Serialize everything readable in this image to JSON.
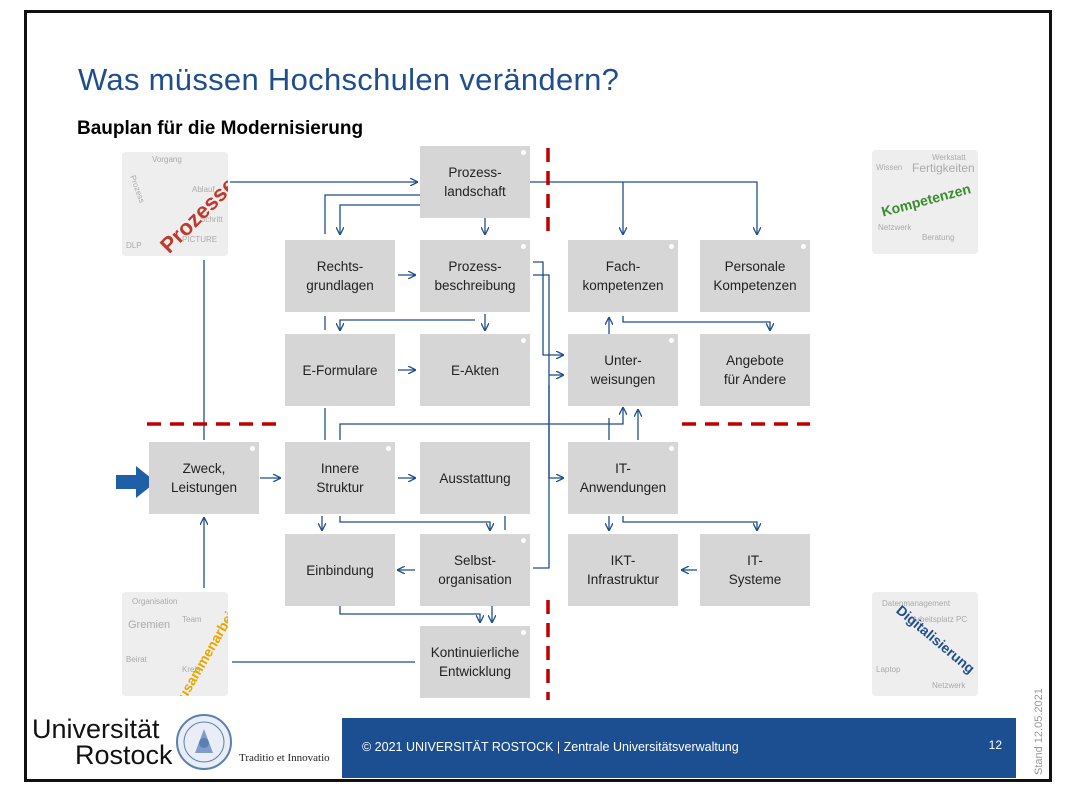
{
  "slide": {
    "title": "Was müssen Hochschulen verändern?",
    "subtitle": "Bauplan für die Modernisierung",
    "boxes": {
      "prozesslandschaft": "Prozess-\nlandschaft",
      "rechtsgrundlagen": "Rechts-\ngrundlagen",
      "prozessbeschreibung": "Prozess-\nbeschreibung",
      "fachkompetenzen": "Fach-\nkompetenzen",
      "personale_kompetenzen": "Personale\nKompetenzen",
      "e_formulare": "E-Formulare",
      "e_akten": "E-Akten",
      "unterweisungen": "Unter-\nweisungen",
      "angebote": "Angebote\nfür Andere",
      "zweck": "Zweck,\nLeistungen",
      "innere_struktur": "Innere\nStruktur",
      "ausstattung": "Ausstattung",
      "it_anwendungen": "IT-\nAnwendungen",
      "einbindung": "Einbindung",
      "selbstorganisation": "Selbst-\norganisation",
      "ikt_infrastruktur": "IKT-\nInfrastruktur",
      "it_systeme": "IT-\nSysteme",
      "kontinuierliche": "Kontinuierliche\nEntwicklung"
    },
    "clouds": {
      "prozesse": "Prozesse",
      "kompetenzen": "Kompetenzen",
      "zusammenarbeit": "Zusammenarbeit",
      "digitalisierung": "Digitalisierung"
    }
  },
  "footer": {
    "university_line1": "Universität",
    "university_line2": "Rostock",
    "motto": "Traditio et Innovatio",
    "copyright": "© 2021  UNIVERSITÄT ROSTOCK | Zentrale Universitätsverwaltung",
    "page_number": "12",
    "stand": "Stand 12.05.2021"
  },
  "colors": {
    "title_blue": "#1f4e8c",
    "arrow_blue": "#1f4e8c",
    "box_gray": "#d6d6d6",
    "dash_red": "#c00000",
    "footer_blue": "#1c4f91"
  }
}
